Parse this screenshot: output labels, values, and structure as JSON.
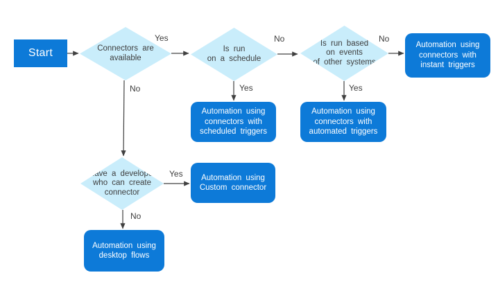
{
  "diagram": {
    "type": "flowchart",
    "colors": {
      "node_blue": "#0d7ad8",
      "decision_fill": "#c9edfb",
      "connector_line": "#404040",
      "text_dark": "#3d3d3d",
      "text_light": "#ffffff"
    },
    "nodes": {
      "start": {
        "label": "Start"
      },
      "connectors_available": {
        "lines": [
          "Connectors are",
          "available"
        ]
      },
      "run_on_schedule": {
        "lines": [
          "Is run",
          "on a schedule"
        ]
      },
      "run_on_events": {
        "lines": [
          "Is run based",
          "on events",
          "of other systems"
        ]
      },
      "have_developer": {
        "lines": [
          "Have a developer",
          "who can create",
          "connector"
        ]
      },
      "instant_triggers": {
        "lines": [
          "Automation using",
          "connectors with",
          "instant triggers"
        ]
      },
      "scheduled_triggers": {
        "lines": [
          "Automation using",
          "connectors with",
          "scheduled triggers"
        ]
      },
      "automated_triggers": {
        "lines": [
          "Automation using",
          "connectors with",
          "automated triggers"
        ]
      },
      "custom_connector": {
        "lines": [
          "Automation using",
          "Custom connector"
        ]
      },
      "desktop_flows": {
        "lines": [
          "Automation using",
          "desktop flows"
        ]
      }
    },
    "edge_labels": {
      "connectors_yes": "Yes",
      "connectors_no": "No",
      "schedule_yes": "Yes",
      "schedule_no": "No",
      "events_yes": "Yes",
      "events_no": "No",
      "developer_yes": "Yes",
      "developer_no": "No"
    }
  }
}
